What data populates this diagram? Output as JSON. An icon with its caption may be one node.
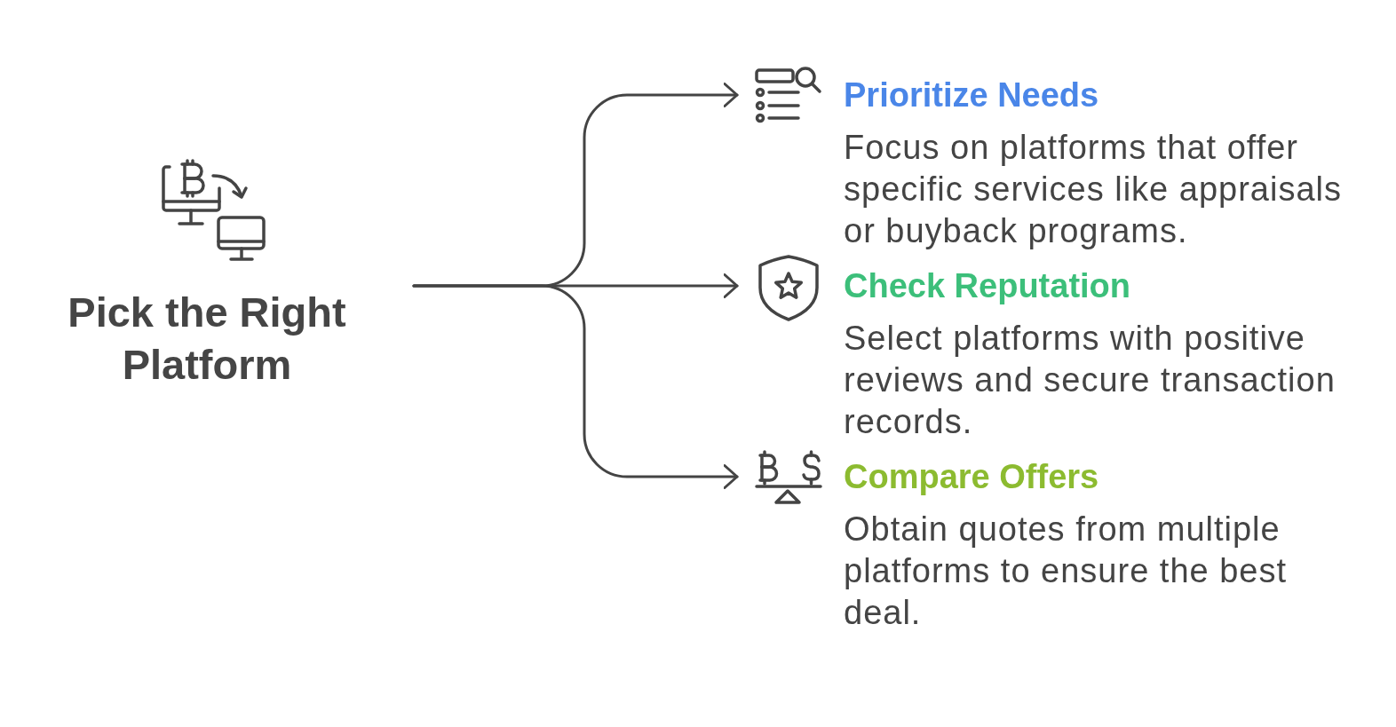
{
  "diagram": {
    "nodes": [
      {
        "text": [
          "Pick the Right Platform"
        ]
      },
      {
        "text": [
          "Prioritize Needs",
          "Focus on platforms that offer specific services like appraisals or buyback programs."
        ]
      },
      {
        "text": [
          "Check Reputation",
          "Select platforms with positive reviews and secure transaction records."
        ]
      },
      {
        "text": [
          "Compare Offers",
          "Obtain quotes from multiple platforms to ensure the best deal."
        ]
      }
    ],
    "edges": [
      {
        "from": 0,
        "to": 1,
        "arrow": "to"
      },
      {
        "from": 0,
        "to": 2,
        "arrow": "to"
      },
      {
        "from": 0,
        "to": 3,
        "arrow": "to"
      }
    ]
  }
}
